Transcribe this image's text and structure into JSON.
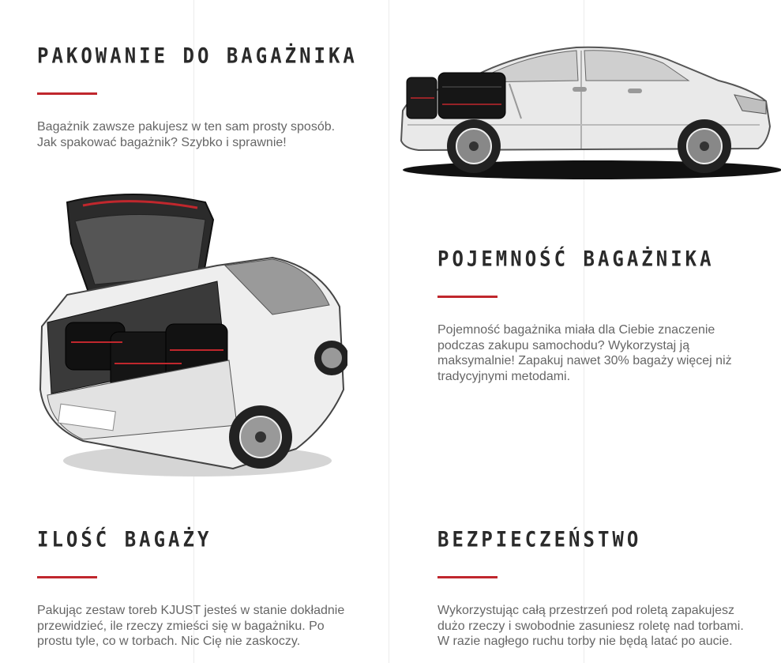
{
  "sections": {
    "packing": {
      "title": "PAKOWANIE DO BAGAŻNIKA",
      "lines": [
        "Bagażnik zawsze pakujesz w ten sam prosty sposób.",
        "Jak spakować bagażnik? Szybko i sprawnie!"
      ]
    },
    "capacity": {
      "title": "POJEMNOŚĆ BAGAŻNIKA",
      "lines": [
        "Pojemność bagażnika miała dla Ciebie znaczenie",
        "podczas zakupu samochodu? Wykorzystaj ją",
        "maksymalnie! Zapakuj nawet 30% bagaży więcej niż",
        "tradycyjnymi metodami."
      ]
    },
    "quantity": {
      "title": "ILOŚĆ BAGAŻY",
      "lines": [
        "Pakując zestaw toreb KJUST jesteś w stanie dokładnie",
        "przewidzieć, ile rzeczy zmieści się w bagażniku. Po",
        "prostu tyle, co w torbach. Nic Cię nie zaskoczy."
      ]
    },
    "safety": {
      "title": "BEZPIECZEŃSTWO",
      "lines": [
        "Wykorzystując całą przestrzeń pod roletą zapakujesz",
        "dużo rzeczy i swobodnie zasuniesz roletę nad torbami.",
        "W razie nagłego ruchu torby nie będą latać po aucie."
      ]
    }
  },
  "colors": {
    "accent": "#c0272d",
    "heading": "#2a2a2a",
    "text": "#666666"
  },
  "images": {
    "side_car": "suv-side-view-with-bags-illustration",
    "rear_car": "suv-open-trunk-with-bags-illustration"
  }
}
